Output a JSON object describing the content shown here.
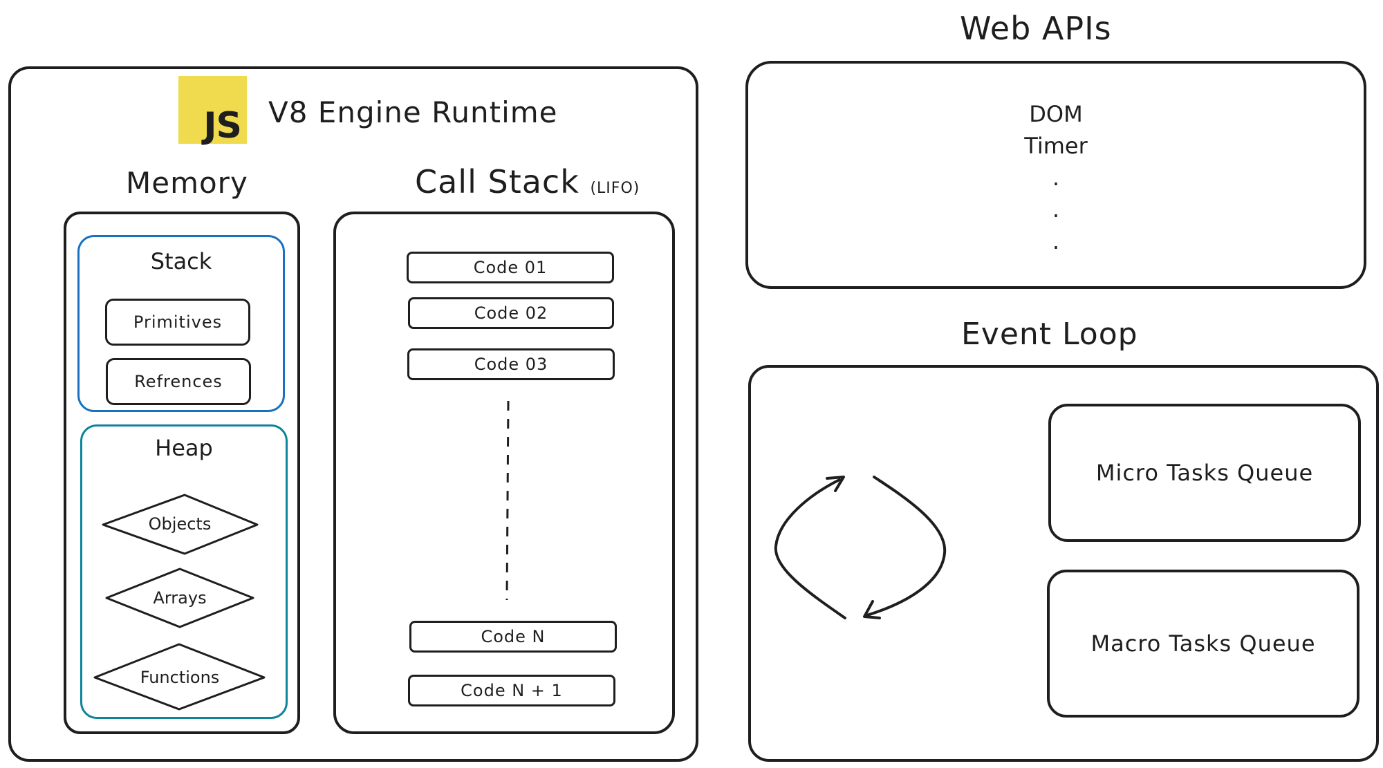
{
  "runtime": {
    "title": "V8 Engine Runtime",
    "logo_text": "JS"
  },
  "memory": {
    "title": "Memory",
    "stack": {
      "title": "Stack",
      "items": [
        "Primitives",
        "Refrences"
      ]
    },
    "heap": {
      "title": "Heap",
      "items": [
        "Objects",
        "Arrays",
        "Functions"
      ]
    }
  },
  "call_stack": {
    "title": "Call Stack",
    "subtitle": "(LIFO)",
    "items": [
      "Code 01",
      "Code 02",
      "Code 03",
      "Code N",
      "Code N + 1"
    ]
  },
  "web_apis": {
    "title": "Web APIs",
    "items": [
      "DOM",
      "Timer"
    ],
    "more": [
      ".",
      ".",
      "."
    ]
  },
  "event_loop": {
    "title": "Event Loop",
    "queues": [
      "Micro Tasks Queue",
      "Macro Tasks Queue"
    ]
  },
  "colors": {
    "stroke": "#1e1e1e",
    "stack_border": "#1971c2",
    "heap_border": "#0c8599",
    "js_logo": "#f0db4f"
  }
}
